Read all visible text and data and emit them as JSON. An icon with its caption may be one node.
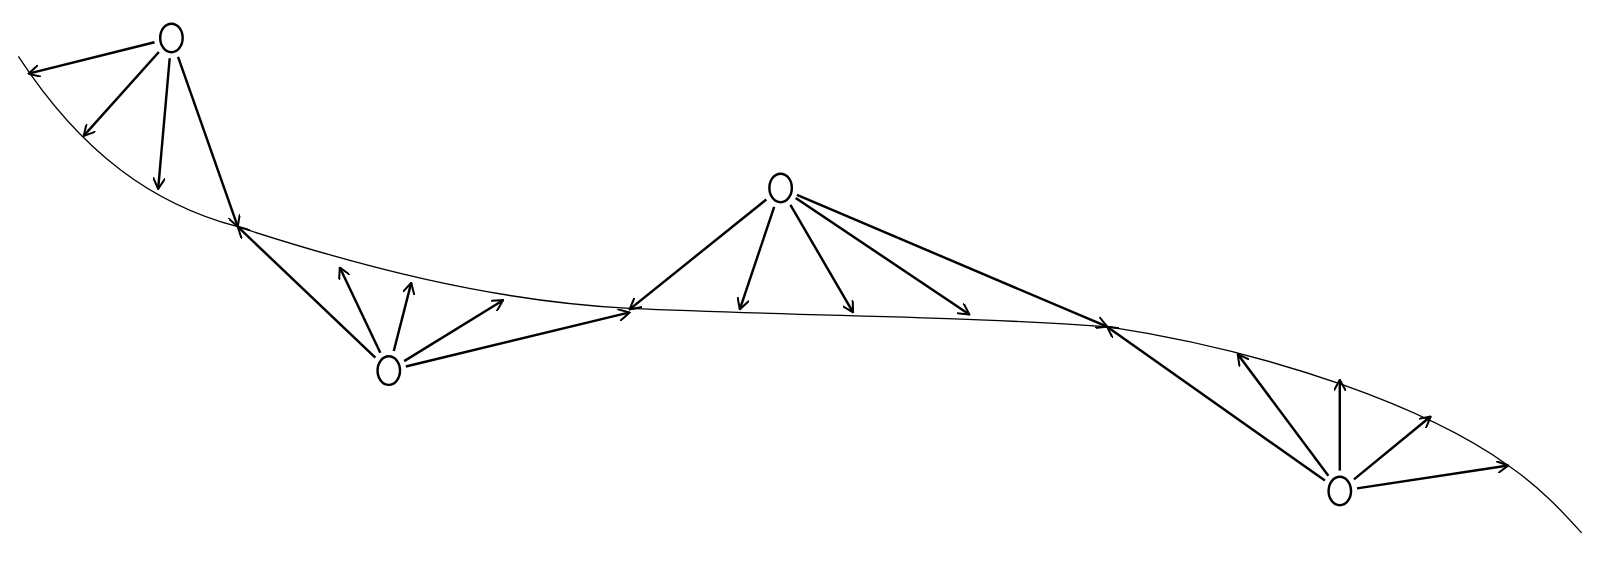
{
  "diagram": {
    "nodes": [
      {
        "text": [],
        "shape": "circle"
      },
      {
        "text": [],
        "shape": "circle"
      },
      {
        "text": [],
        "shape": "circle"
      },
      {
        "text": [],
        "shape": "circle"
      }
    ],
    "edges": [
      {
        "from": 0,
        "to": null,
        "arrow": "to"
      },
      {
        "from": 0,
        "to": null,
        "arrow": "to"
      },
      {
        "from": 0,
        "to": null,
        "arrow": "to"
      },
      {
        "from": 0,
        "to": null,
        "arrow": "to"
      },
      {
        "from": 1,
        "to": null,
        "arrow": "to"
      },
      {
        "from": 1,
        "to": null,
        "arrow": "to"
      },
      {
        "from": 1,
        "to": null,
        "arrow": "to"
      },
      {
        "from": 1,
        "to": null,
        "arrow": "to"
      },
      {
        "from": 1,
        "to": null,
        "arrow": "to"
      },
      {
        "from": 2,
        "to": null,
        "arrow": "to"
      },
      {
        "from": 2,
        "to": null,
        "arrow": "to"
      },
      {
        "from": 2,
        "to": null,
        "arrow": "to"
      },
      {
        "from": 2,
        "to": null,
        "arrow": "to"
      },
      {
        "from": 2,
        "to": null,
        "arrow": "to"
      },
      {
        "from": 3,
        "to": null,
        "arrow": "to"
      },
      {
        "from": 3,
        "to": null,
        "arrow": "to"
      },
      {
        "from": 3,
        "to": null,
        "arrow": "to"
      },
      {
        "from": 3,
        "to": null,
        "arrow": "to"
      },
      {
        "from": 3,
        "to": null,
        "arrow": "to"
      }
    ]
  }
}
